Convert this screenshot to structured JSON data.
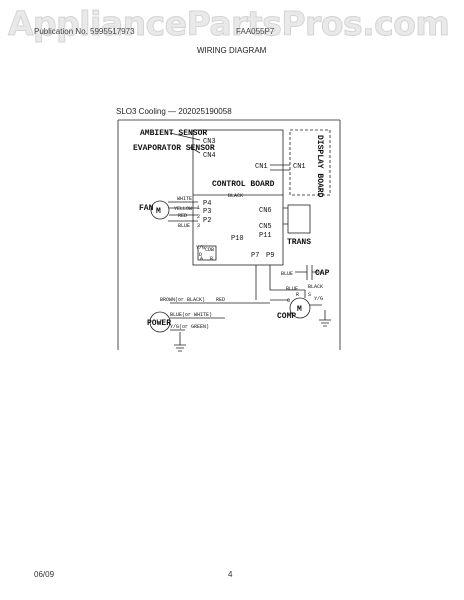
{
  "watermark": "AppliancePartsPros.com",
  "header": {
    "left": "Publication No. 5995517973",
    "right": "FAA055P7",
    "title": "WIRING DIAGRAM"
  },
  "diagram": {
    "title": "SLO3 Cooling — 202025190058",
    "labels": {
      "ambient_sensor": "AMBIENT SENSOR",
      "evaporator_sensor": "EVAPORATOR SENSOR",
      "cn3": "CN3",
      "cn4": "CN4",
      "cn1_board": "CN1",
      "cn1_display": "CN1",
      "display_board": "DISPLAY BOARD",
      "control_board": "CONTROL BOARD",
      "black_top": "BLACK",
      "fan": "FAN",
      "motor_m": "M",
      "white": "WHITE",
      "yellow": "YELLOW",
      "red": "RED",
      "blue": "BLUE",
      "p4": "P4",
      "p3": "P3",
      "p2": "P2",
      "n1": "1",
      "n2": "2",
      "n3": "3",
      "cn6": "CN6",
      "cn5": "CN5",
      "p11": "P11",
      "trans": "TRANS",
      "p10": "P10",
      "ylw": "Y/G",
      "cdb": "CDB",
      "d": "D",
      "a": "A",
      "b": "B",
      "p7": "P7",
      "p9": "P9",
      "blue_cap": "BLUE",
      "cap": "CAP",
      "blue_comp": "BLUE",
      "black_comp": "BLACK",
      "r": "R",
      "s": "S",
      "c": "C",
      "comp_m": "M",
      "yg_comp": "Y/G",
      "comp": "COMP",
      "brown_black": "BROWN(or BLACK)",
      "red_line": "RED",
      "blue_white": "BLUE(or WHITE)",
      "yg_green": "Y/G(or GREEN)",
      "power": "POWER"
    }
  },
  "footer": {
    "date": "06/09",
    "page": "4"
  }
}
